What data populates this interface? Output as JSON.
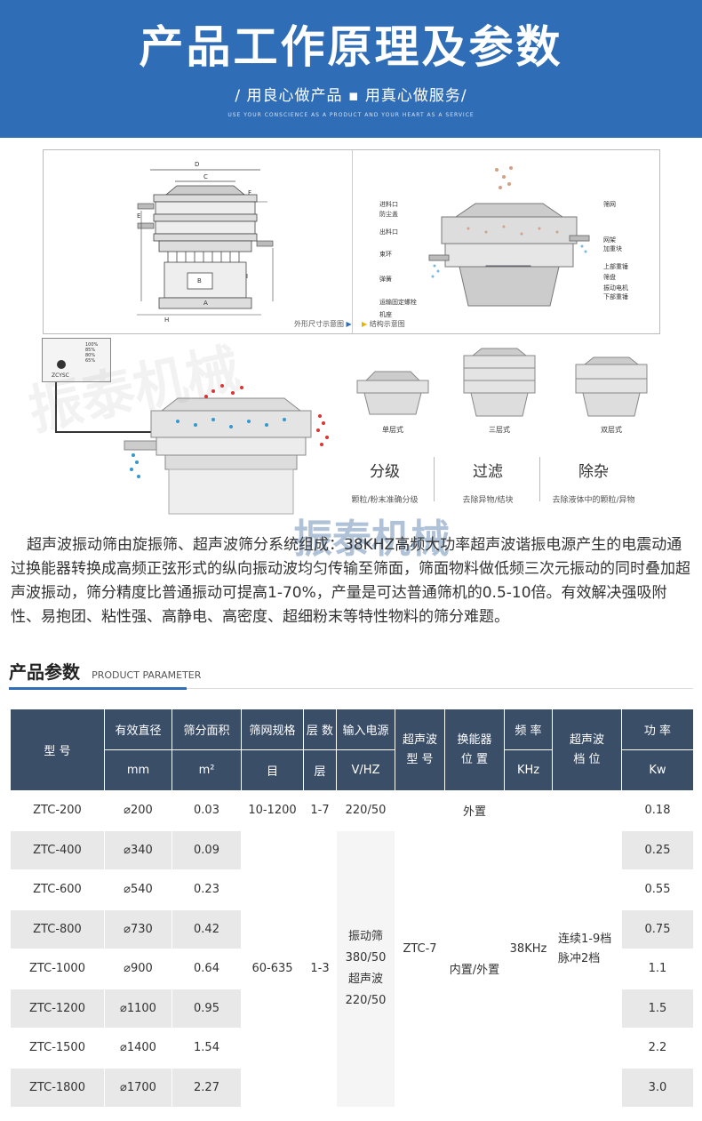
{
  "banner": {
    "title": "产品工作原理及参数",
    "slogan": "/ 用良心做产品 ▪ 用真心做服务/",
    "slogan_en": "USE YOUR CONSCIENCE AS A PRODUCT AND YOUR HEART AS A SERVICE"
  },
  "diagram_left": {
    "caption": "外形尺寸示意图",
    "dims": [
      "D",
      "C",
      "F",
      "E",
      "I",
      "B",
      "A",
      "H"
    ]
  },
  "diagram_right": {
    "caption": "结构示意图",
    "labels_left": [
      "进料口",
      "防尘盖",
      "出料口",
      "束环",
      "弹簧",
      "运输固定螺栓",
      "机座"
    ],
    "labels_right": [
      "筛网",
      "网架",
      "加重块",
      "上部重锤",
      "筛盘",
      "振动电机",
      "下部重锤"
    ]
  },
  "control_box": {
    "label": "ZCYSC",
    "indicators": [
      "100%",
      "85%",
      "80%",
      "65%"
    ]
  },
  "variants": [
    {
      "name": "单层式"
    },
    {
      "name": "三层式"
    },
    {
      "name": "双层式"
    }
  ],
  "functions": [
    {
      "title": "分级",
      "desc": "颗粒/粉末准确分级"
    },
    {
      "title": "过滤",
      "desc": "去除异物/结块"
    },
    {
      "title": "除杂",
      "desc": "去除液体中的颗粒/异物"
    }
  ],
  "watermark": "振泰机械",
  "description": "超声波振动筛由旋振筛、超声波筛分系统组成：38KHZ高频大功率超声波谐振电源产生的电震动通过换能器转换成高频正弦形式的纵向振动波均匀传输至筛面，筛面物料做低频三次元振动的同时叠加超声波振动，筛分精度比普通振动可提高1-70%，产量是可达普通筛机的0.5-10倍。有效解决强吸附性、易抱团、粘性强、高静电、高密度、超细粉末等特性物料的筛分难题。",
  "param_header": {
    "title": "产品参数",
    "subtitle": "PRODUCT PARAMETER"
  },
  "table": {
    "headers": {
      "model": "型 号",
      "diameter": "有效直径",
      "area": "筛分面积",
      "mesh": "筛网规格",
      "layers": "层 数",
      "power_in": "输入电源",
      "us_model": "超声波\n型 号",
      "transducer": "换能器\n位 置",
      "freq": "频 率",
      "gear": "超声波\n档 位",
      "power": "功 率"
    },
    "units": {
      "diameter": "mm",
      "area": "m²",
      "mesh": "目",
      "layers": "层",
      "power_in": "V/HZ",
      "freq": "KHz",
      "power": "Kw"
    },
    "rows": [
      {
        "model": "ZTC-200",
        "diameter": "⌀200",
        "area": "0.03",
        "power": "0.18"
      },
      {
        "model": "ZTC-400",
        "diameter": "⌀340",
        "area": "0.09",
        "power": "0.25"
      },
      {
        "model": "ZTC-600",
        "diameter": "⌀540",
        "area": "0.23",
        "power": "0.55"
      },
      {
        "model": "ZTC-800",
        "diameter": "⌀730",
        "area": "0.42",
        "power": "0.75"
      },
      {
        "model": "ZTC-1000",
        "diameter": "⌀900",
        "area": "0.64",
        "power": "1.1"
      },
      {
        "model": "ZTC-1200",
        "diameter": "⌀1100",
        "area": "0.95",
        "power": "1.5"
      },
      {
        "model": "ZTC-1500",
        "diameter": "⌀1400",
        "area": "1.54",
        "power": "2.2"
      },
      {
        "model": "ZTC-1800",
        "diameter": "⌀1700",
        "area": "2.27",
        "power": "3.0"
      }
    ],
    "first_row": {
      "mesh": "10-1200",
      "layers": "1-7",
      "power_in": "220/50",
      "transducer": "外置"
    },
    "merged": {
      "mesh": "60-635",
      "layers": "1-3",
      "power_in_1": "振动筛",
      "power_in_2": "380/50",
      "power_in_3": "超声波",
      "power_in_4": "220/50",
      "us_model": "ZTC-7",
      "transducer": "内置/外置",
      "freq": "38KHz",
      "gear_1": "连续1-9档",
      "gear_2": "脉冲2档"
    }
  }
}
